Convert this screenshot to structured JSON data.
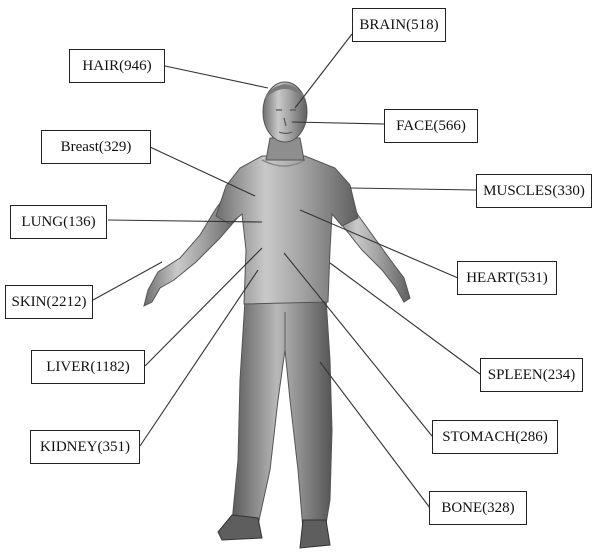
{
  "labels": {
    "brain": "BRAIN(518)",
    "hair": "HAIR(946)",
    "face": "FACE(566)",
    "breast": "Breast(329)",
    "muscles": "MUSCLES(330)",
    "lung": "LUNG(136)",
    "heart": "HEART(531)",
    "skin": "SKIN(2212)",
    "liver": "LIVER(1182)",
    "spleen": "SPLEEN(234)",
    "stomach": "STOMACH(286)",
    "kidney": "KIDNEY(351)",
    "bone": "BONE(328)"
  }
}
